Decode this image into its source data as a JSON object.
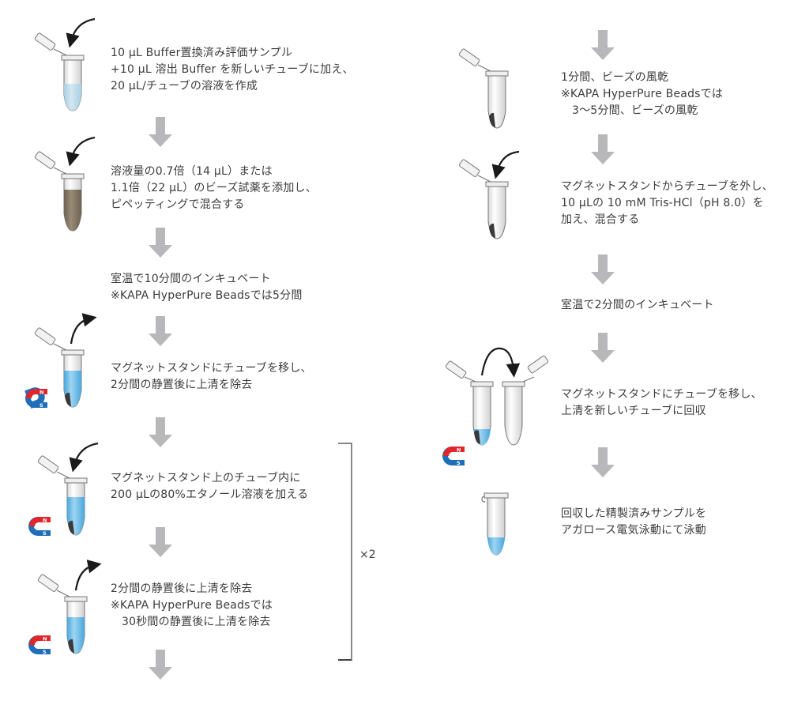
{
  "colors": {
    "flow_arrow": "#b8b8ba",
    "text": "#3c3c3c",
    "liquid_light_blue": "#bcdcec",
    "liquid_blue": "#7cc4ea",
    "beads_brown": "#857664",
    "pellet_dark": "#3a3a3a",
    "magnet_red": "#e0262b",
    "magnet_blue": "#1f6fb8",
    "bracket": "#888888"
  },
  "left_column": {
    "steps": [
      {
        "id": 1,
        "icon": "tube-add-light-liquid",
        "lines": [
          "10 μL Buffer置換済み評価サンプル",
          "+10 μL 溶出 Buffer を新しいチューブに加え、",
          "20 μL/チューブの溶液を作成"
        ]
      },
      {
        "id": 2,
        "icon": "tube-add-beads",
        "lines": [
          "溶液量の0.7倍（14 μL）または",
          "1.1倍（22 μL）のビーズ試薬を添加し、",
          "ピペッティングで混合する"
        ]
      },
      {
        "id": 3,
        "icon": "none",
        "lines": [
          "室温で10分間のインキュベート",
          "※KAPA HyperPure Beadsでは5分間"
        ]
      },
      {
        "id": 4,
        "icon": "tube-magnet-remove",
        "lines": [
          "マグネットスタンドにチューブを移し、",
          "2分間の静置後に上清を除去"
        ]
      },
      {
        "id": 5,
        "icon": "tube-magnet-add",
        "lines": [
          "マグネットスタンド上のチューブ内に",
          "200 μLの80%エタノール溶液を加える"
        ]
      },
      {
        "id": 6,
        "icon": "tube-magnet-remove",
        "lines": [
          "2分間の静置後に上清を除去",
          "※KAPA HyperPure Beadsでは",
          "30秒間の静置後に上清を除去"
        ]
      }
    ],
    "repeat_label": "×2"
  },
  "right_column": {
    "steps": [
      {
        "id": 7,
        "icon": "tube-dry-pellet",
        "lines": [
          "1分間、ビーズの風乾",
          "※KAPA HyperPure Beadsでは",
          "3〜5分間、ビーズの風乾"
        ]
      },
      {
        "id": 8,
        "icon": "tube-add-elution",
        "lines": [
          "マグネットスタンドからチューブを外し、",
          "10 μLの 10 mM Tris-HCl（pH 8.0）を",
          "加え、混合する"
        ]
      },
      {
        "id": 9,
        "icon": "none",
        "lines": [
          "室温で2分間のインキュベート"
        ]
      },
      {
        "id": 10,
        "icon": "tube-transfer-supernatant",
        "lines": [
          "マグネットスタンドにチューブを移し、",
          "上清を新しいチューブに回収"
        ]
      },
      {
        "id": 11,
        "icon": "tube-closed-sample",
        "lines": [
          "回収した精製済みサンプルを",
          "アガロース電気泳動にて泳動"
        ]
      }
    ]
  },
  "magnet_labels": {
    "north": "N",
    "south": "S"
  }
}
